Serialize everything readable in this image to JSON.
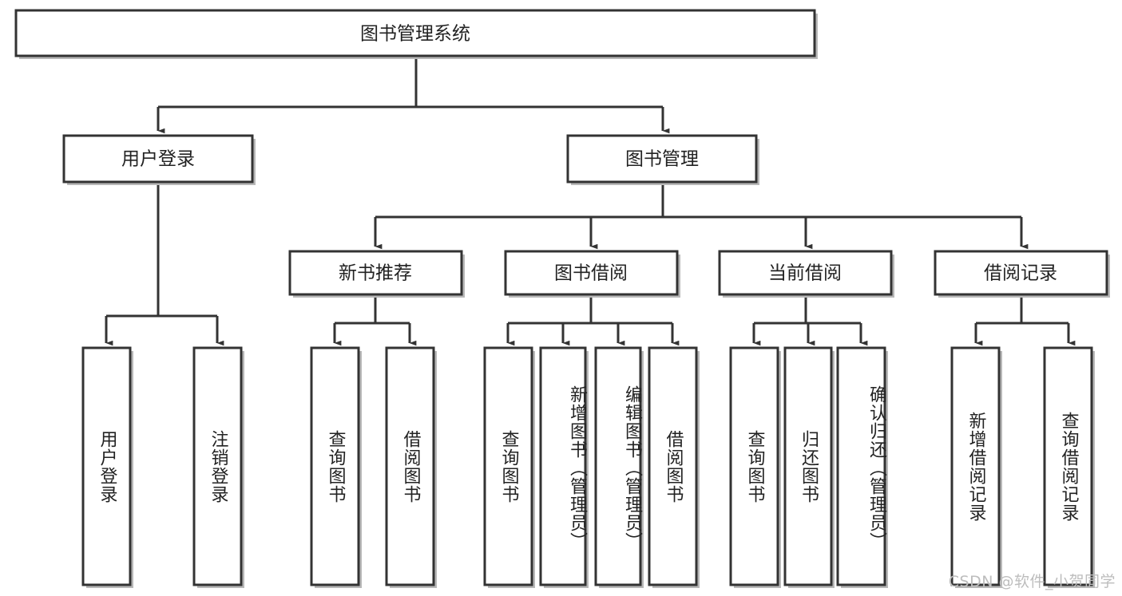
{
  "diagram": {
    "type": "tree",
    "title_node": "图书管理系统",
    "watermark": "CSDN @软件_小贺同学",
    "colors": {
      "box_stroke": "#333333",
      "box_fill": "#ffffff",
      "shadow": "#b8b8b8",
      "text": "#222222",
      "watermark": "#bdbdbd"
    },
    "levels": {
      "root": {
        "label": "图书管理系统"
      },
      "level2": [
        {
          "label": "用户登录"
        },
        {
          "label": "图书管理"
        }
      ],
      "level3": [
        {
          "label": "新书推荐"
        },
        {
          "label": "图书借阅"
        },
        {
          "label": "当前借阅"
        },
        {
          "label": "借阅记录"
        }
      ],
      "leaves": {
        "user_login": [
          {
            "label": "用户登录"
          },
          {
            "label": "注销登录"
          }
        ],
        "new_book_recommend": [
          {
            "label": "查询图书"
          },
          {
            "label": "借阅图书"
          }
        ],
        "book_borrow": [
          {
            "label": "查询图书"
          },
          {
            "label": "新增图书（管理员）"
          },
          {
            "label": "编辑图书（管理员）"
          },
          {
            "label": "借阅图书"
          }
        ],
        "current_borrow": [
          {
            "label": "查询图书"
          },
          {
            "label": "归还图书"
          },
          {
            "label": "确认归还（管理员）"
          }
        ],
        "borrow_record": [
          {
            "label": "新增借阅记录"
          },
          {
            "label": "查询借阅记录"
          }
        ]
      }
    }
  }
}
